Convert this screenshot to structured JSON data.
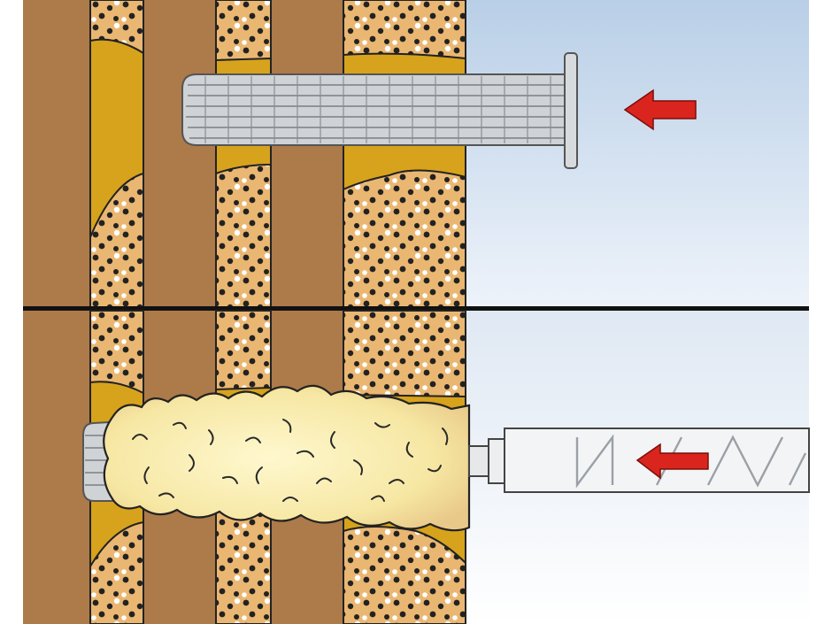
{
  "illustration": {
    "panels": [
      {
        "step": "insert-mesh-sleeve",
        "arrow_direction": "left"
      },
      {
        "step": "inject-mortar",
        "arrow_direction": "left"
      }
    ],
    "colors": {
      "masonry_brown": "#ad7a4a",
      "perforated_brick_orange": "#eab772",
      "cavity_ochre": "#d7a31c",
      "mortar_cream": "#f5e8a6",
      "sleeve_grey": "#cfd3d6",
      "arrow_red": "#d9251d",
      "sky_top": "#b9cfe7",
      "sky_bottom": "#ffffff",
      "divider": "#111111"
    },
    "icons": [
      "mesh-sleeve-icon",
      "insertion-arrow-icon",
      "injection-cartridge-icon",
      "injection-arrow-icon"
    ]
  }
}
